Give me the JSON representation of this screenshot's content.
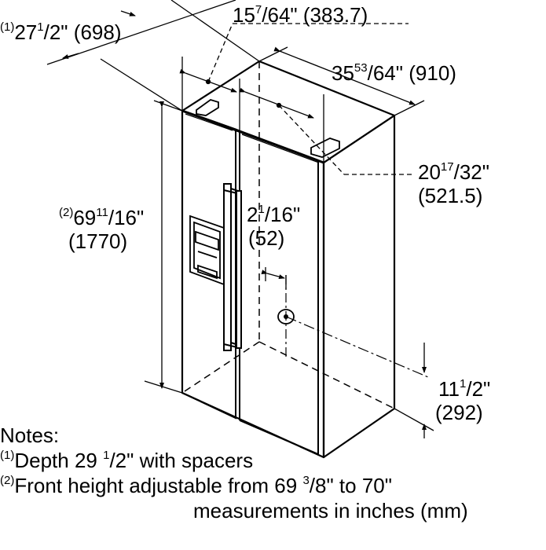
{
  "dimensions": {
    "depth": {
      "footnote": "(1)",
      "whole": "27",
      "num": "1",
      "den": "2\"",
      "mm": "(698)"
    },
    "door_width": {
      "whole": "15",
      "num": "7",
      "den": "64\"",
      "mm": "(383.7)"
    },
    "width": {
      "whole": "35",
      "num": "53",
      "den": "64\"",
      "mm": "(910)"
    },
    "dispenser_offset": {
      "whole": "20",
      "num": "17",
      "den": "32\"",
      "mm": "(521.5)"
    },
    "height": {
      "footnote": "(2)",
      "whole": "69",
      "num": "11",
      "den": "16\"",
      "mm": "(1770)"
    },
    "water_offset": {
      "whole": "2",
      "num": "1",
      "den": "16\"",
      "mm": "(52)"
    },
    "water_height": {
      "whole": "11",
      "num": "1",
      "den": "2\"",
      "mm": "(292)"
    }
  },
  "notes": {
    "heading": "Notes:",
    "note1_marker": "(1)",
    "note1_pre": "Depth 29 ",
    "note1_num": "1",
    "note1_post": "/2\" with spacers",
    "note2_marker": "(2)",
    "note2_pre": "Front height adjustable from 69 ",
    "note2_num": "3",
    "note2_post": "/8\" to 70\"",
    "units": "measurements in inches (mm)"
  }
}
